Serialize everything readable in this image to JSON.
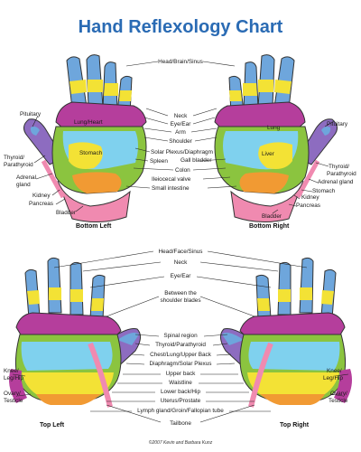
{
  "title": "Hand Reflexology Chart",
  "colors": {
    "title": "#2a6bb4",
    "blue": "#6ea6dc",
    "yellow": "#f3e235",
    "magenta": "#b53e9c",
    "green": "#8bc43f",
    "lightblue": "#7fd1ee",
    "orange": "#f19a33",
    "purple": "#8d6cc0",
    "pink": "#f08ab0",
    "outline": "#333333"
  },
  "icons": [
    "hand-outline-icon"
  ],
  "bottom": {
    "captions": {
      "left": "Bottom Left",
      "right": "Bottom Right"
    },
    "center_labels": [
      "Head/Brain/Sinus",
      "Neck",
      "Eye/Ear",
      "Arm",
      "Shoulder",
      "Solar Plexus/Diaphragm",
      "Gall bladder",
      "Spleen",
      "Colon",
      "Ileiocecal valve",
      "Small intestine"
    ],
    "left_side_labels": [
      "Pituitary",
      "Thyroid/",
      "Parathyroid",
      "Adrenal",
      "gland",
      "Kidney",
      "Pancreas",
      "Bladder"
    ],
    "right_side_labels": [
      "Pituitary",
      "Thyroid/",
      "Parathyroid",
      "Adrenal gland",
      "Stomach",
      "Kidney",
      "Pancreas",
      "Bladder"
    ],
    "inner_labels": {
      "lung_heart": "Lung/Heart",
      "stomach": "Stomach",
      "lung": "Lung",
      "liver": "Liver"
    }
  },
  "top": {
    "captions": {
      "left": "Top Left",
      "right": "Top Right"
    },
    "upper_labels": [
      "Head/Face/Sinus",
      "Neck",
      "Eye/Ear",
      "Between the",
      "shoulder blades"
    ],
    "lower_labels": [
      "Spinal region",
      "Thyroid/Parathyroid",
      "Chest/Lung/Upper Back",
      "Diaphragm/Solar Plexus",
      "Upper back",
      "Waistline",
      "Lower back/Hip",
      "Uterus/Prostate",
      "Lymph gland/Groin/Fallopian tube",
      "Tailbone"
    ],
    "left_side_labels": [
      "Knee/",
      "Leg/Hip",
      "Ovary/",
      "Testicle"
    ],
    "right_side_labels": [
      "Knee/",
      "Leg/Hip",
      "Ovary/",
      "Testicle"
    ]
  },
  "copyright": "©2007 Kevin and Barbara Kunz"
}
